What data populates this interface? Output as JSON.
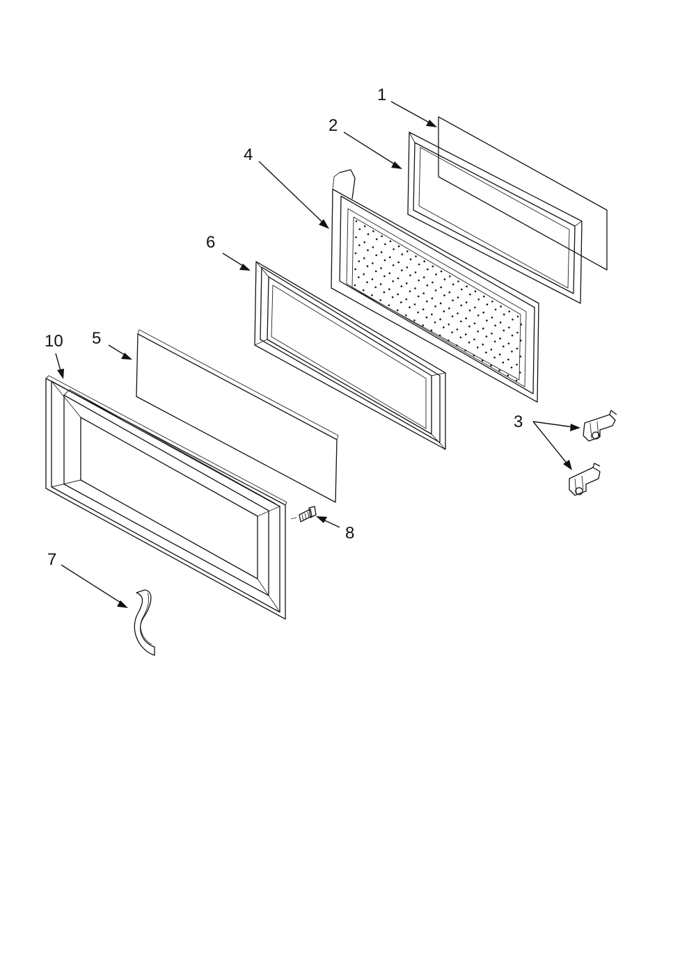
{
  "labels": {
    "part_1": "1",
    "part_2": "2",
    "part_3": "3",
    "part_4": "4",
    "part_5": "5",
    "part_6": "6",
    "part_7": "7",
    "part_8": "8",
    "part_10": "10"
  },
  "colors": {
    "line": "#111111",
    "background": "#ffffff"
  }
}
